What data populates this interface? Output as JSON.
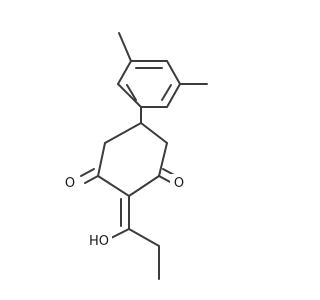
{
  "molecule": {
    "atoms": {
      "o_left": "O",
      "o_right": "O",
      "hydroxyl": "HO"
    }
  }
}
